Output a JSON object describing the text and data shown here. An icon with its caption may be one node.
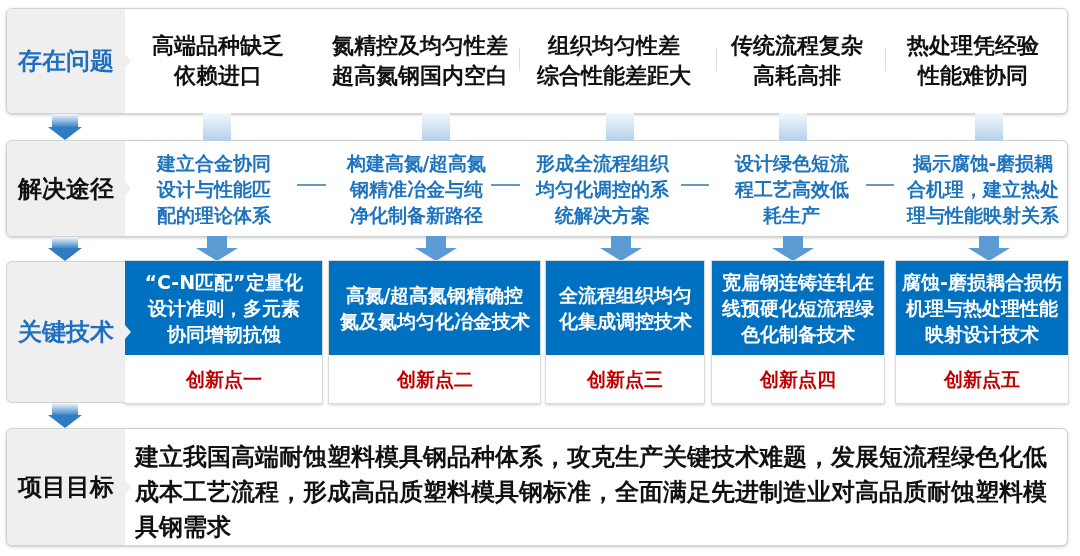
{
  "diagram": {
    "nodes": [
      {
        "text": [
          "存在问题"
        ]
      },
      {
        "text": [
          "高端品种缺乏",
          "依赖进口"
        ],
        "in": 0
      },
      {
        "text": [
          "氮精控及均匀性差",
          "超高氮钢国内空白"
        ],
        "in": 0
      },
      {
        "text": [
          "组织均匀性差",
          "综合性能差距大"
        ],
        "in": 0
      },
      {
        "text": [
          "传统流程复杂",
          "高耗高排"
        ],
        "in": 0
      },
      {
        "text": [
          "热处理凭经验",
          "性能难协同"
        ],
        "in": 0
      },
      {
        "text": [
          "解决途径"
        ]
      },
      {
        "text": [
          "建立合金协同设计与性能匹配的理论体系"
        ],
        "in": 6
      },
      {
        "text": [
          "构建高氮/超高氮钢精准冶金与纯净化制备新路径"
        ],
        "in": 6
      },
      {
        "text": [
          "形成全流程组织均匀化调控的系统解决方案"
        ],
        "in": 6
      },
      {
        "text": [
          "设计绿色短流程工艺高效低耗生产"
        ],
        "in": 6
      },
      {
        "text": [
          "揭示腐蚀-磨损耦合机理，建立热处理与性能映射关系"
        ],
        "in": 6
      },
      {
        "text": [
          "关键技术"
        ]
      },
      {
        "text": [
          "“C-N匹配”定量化设计准则，多元素协同增韧抗蚀",
          "创新点一"
        ]
      },
      {
        "text": [
          "高氮/超高氮钢精确控氮及氮均匀化冶金技术",
          "创新点二"
        ]
      },
      {
        "text": [
          "全流程组织均匀化集成调控技术",
          "创新点三"
        ]
      },
      {
        "text": [
          "宽扁钢连铸连轧在线预硬化短流程绿色化制备技术",
          "创新点四"
        ]
      },
      {
        "text": [
          "腐蚀-磨损耦合损伤机理与热处理性能映射设计技术",
          "创新点五"
        ]
      },
      {
        "text": [
          "项目目标",
          "建立我国高端耐蚀塑料模具钢品种体系，攻克生产关键技术难题，发展短流程绿色化低成本工艺流程，形成高品质塑料模具钢标准，全面满足先进制造业对高品质耐蚀塑料模具钢需求"
        ]
      }
    ],
    "edges": [
      {
        "from": 0,
        "to": 6,
        "arrow": "to",
        "style": "thick",
        "color": "#2e7cc4"
      },
      {
        "from": 6,
        "to": 12,
        "arrow": "to",
        "style": "thick",
        "color": "#2e7cc4"
      },
      {
        "from": 12,
        "to": 18,
        "arrow": "to",
        "style": "thick",
        "color": "#2e7cc4"
      },
      {
        "from": 1,
        "to": 7,
        "arrow": "none",
        "style": "thick",
        "color": "#b4d0eb"
      },
      {
        "from": 2,
        "to": 8,
        "arrow": "none",
        "style": "thick",
        "color": "#b4d0eb"
      },
      {
        "from": 3,
        "to": 9,
        "arrow": "none",
        "style": "thick",
        "color": "#b4d0eb"
      },
      {
        "from": 4,
        "to": 10,
        "arrow": "none",
        "style": "thick",
        "color": "#b4d0eb"
      },
      {
        "from": 5,
        "to": 11,
        "arrow": "none",
        "style": "thick",
        "color": "#b4d0eb"
      },
      {
        "from": 7,
        "to": 13,
        "arrow": "to",
        "style": "thick",
        "color": "#5b9bd5"
      },
      {
        "from": 8,
        "to": 14,
        "arrow": "to",
        "style": "thick",
        "color": "#5b9bd5"
      },
      {
        "from": 9,
        "to": 15,
        "arrow": "to",
        "style": "thick",
        "color": "#5b9bd5"
      },
      {
        "from": 10,
        "to": 16,
        "arrow": "to",
        "style": "thick",
        "color": "#5b9bd5"
      },
      {
        "from": 11,
        "to": 17,
        "arrow": "to",
        "style": "thick",
        "color": "#5b9bd5"
      },
      {
        "from": 7,
        "to": 8,
        "arrow": "none",
        "color": "#2e75b6"
      },
      {
        "from": 8,
        "to": 9,
        "arrow": "none",
        "color": "#2e75b6"
      },
      {
        "from": 9,
        "to": 10,
        "arrow": "none",
        "color": "#2e75b6"
      },
      {
        "from": 10,
        "to": 11,
        "arrow": "none",
        "color": "#2e75b6"
      }
    ]
  }
}
